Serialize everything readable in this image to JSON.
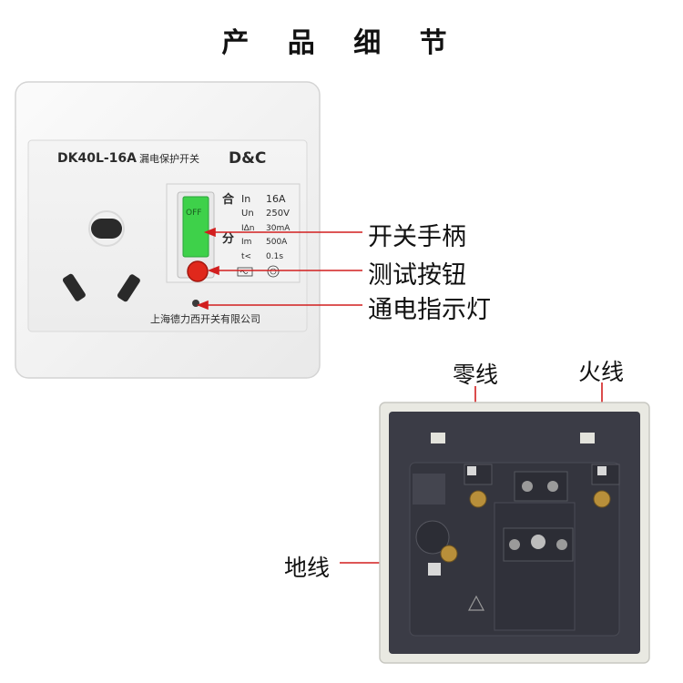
{
  "title": "产 品 细 节",
  "front_panel": {
    "model": "DK40L-16A",
    "product_name": "漏电保护开关",
    "brand": "D&C",
    "switch_on_label": "合",
    "switch_off_label": "分",
    "handle_text": "OFF",
    "specs": [
      {
        "key": "In",
        "value": "16A"
      },
      {
        "key": "Un",
        "value": "250V"
      },
      {
        "key": "IΔn",
        "value": "30mA"
      },
      {
        "key": "Im",
        "value": "500A"
      },
      {
        "key": "t<",
        "value": "0.1s"
      }
    ],
    "manufacturer": "上海德力西开关有限公司"
  },
  "callouts": {
    "handle": "开关手柄",
    "test_button": "测试按钮",
    "indicator": "通电指示灯"
  },
  "rear_labels": {
    "neutral": "零线",
    "live": "火线",
    "ground": "地线"
  },
  "colors": {
    "arrow": "#d21f1f",
    "handle": "#3ed14a",
    "test_button": "#e0281c",
    "rear_body": "#3b3c46"
  }
}
